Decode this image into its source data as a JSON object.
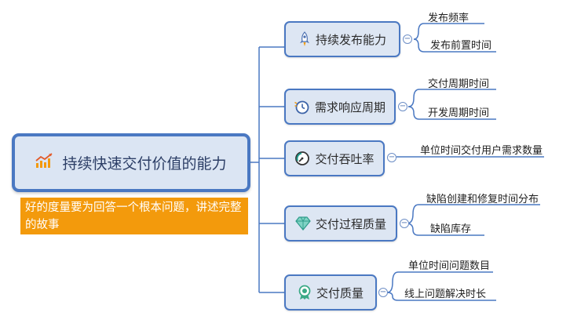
{
  "root": {
    "label": "持续快速交付价值的能力",
    "icon": "trend-chart-icon"
  },
  "note": {
    "text": "好的度量要为回答一个根本问题，讲述完整的故事"
  },
  "colors": {
    "line": "#4a78c2",
    "branch_fill": "#dde6f3",
    "note_fill": "#f39a0c"
  },
  "collapse_symbol": "−",
  "branches": [
    {
      "label": "持续发布能力",
      "icon": "rocket-icon",
      "leaves": [
        "发布频率",
        "发布前置时间"
      ]
    },
    {
      "label": "需求响应周期",
      "icon": "stopwatch-icon",
      "leaves": [
        "交付周期时间",
        "开发周期时间"
      ]
    },
    {
      "label": "交付吞吐率",
      "icon": "gauge-icon",
      "leaves": [
        "单位时间交付用户需求数量"
      ]
    },
    {
      "label": "交付过程质量",
      "icon": "diamond-icon",
      "leaves": [
        "缺陷创建和修复时间分布",
        "缺陷库存"
      ]
    },
    {
      "label": "交付质量",
      "icon": "award-icon",
      "leaves": [
        "单位时间问题数目",
        "线上问题解决时长"
      ]
    }
  ]
}
